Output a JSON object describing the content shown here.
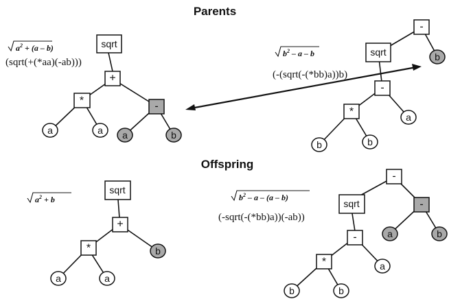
{
  "headings": {
    "parents": "Parents",
    "offspring": "Offspring"
  },
  "parent1": {
    "formula": {
      "base": "a",
      "sup": "2",
      "rest": " + (a – b)"
    },
    "sexpr": "(sqrt(+(*aa)(-ab)))",
    "nodes": {
      "sqrt": "sqrt",
      "plus": "+",
      "times": "*",
      "minus": "-",
      "a1": "a",
      "a2": "a",
      "a3": "a",
      "b1": "b"
    }
  },
  "parent2": {
    "formula": {
      "base": "b",
      "sup": "2",
      "rest": " – a – b"
    },
    "sexpr": "(-(sqrt(-(*bb)a))b)",
    "nodes": {
      "minus_top": "-",
      "sqrt": "sqrt",
      "b_top": "b",
      "minus_mid": "-",
      "times": "*",
      "a1": "a",
      "b1": "b",
      "b2": "b"
    }
  },
  "child1": {
    "formula": {
      "base": "a",
      "sup": "2",
      "rest": " + b"
    },
    "nodes": {
      "sqrt": "sqrt",
      "plus": "+",
      "times": "*",
      "b1": "b",
      "a1": "a",
      "a2": "a"
    }
  },
  "child2": {
    "formula": {
      "base": "b",
      "sup": "2",
      "rest": " – a – (a – b)"
    },
    "sexpr": "(-sqrt(-(*bb)a))(-ab))",
    "nodes": {
      "minus_top": "-",
      "sqrt": "sqrt",
      "minus_right": "-",
      "a_r": "a",
      "b_r": "b",
      "minus_mid": "-",
      "times": "*",
      "a1": "a",
      "b1": "b",
      "b2": "b"
    }
  },
  "colors": {
    "shaded": "#a9a9a9",
    "line": "#111111"
  }
}
